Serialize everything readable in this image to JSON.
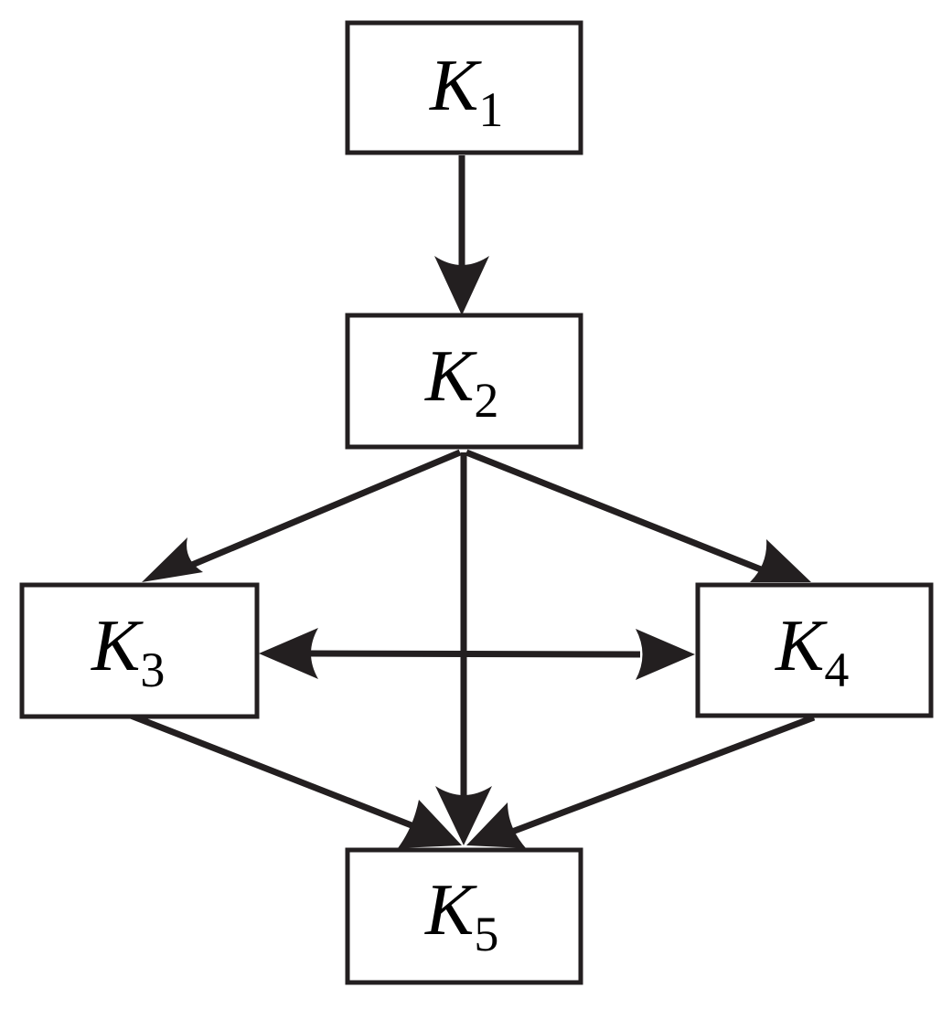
{
  "nodes": [
    {
      "id": "K1",
      "label": "K",
      "subscript": "1"
    },
    {
      "id": "K2",
      "label": "K",
      "subscript": "2"
    },
    {
      "id": "K3",
      "label": "K",
      "subscript": "3"
    },
    {
      "id": "K4",
      "label": "K",
      "subscript": "4"
    },
    {
      "id": "K5",
      "label": "K",
      "subscript": "5"
    }
  ],
  "edges": [
    {
      "from": "K1",
      "to": "K2",
      "direction": "forward"
    },
    {
      "from": "K2",
      "to": "K3",
      "direction": "forward"
    },
    {
      "from": "K2",
      "to": "K4",
      "direction": "forward"
    },
    {
      "from": "K2",
      "to": "K5",
      "direction": "forward"
    },
    {
      "from": "K3",
      "to": "K4",
      "direction": "both"
    },
    {
      "from": "K3",
      "to": "K5",
      "direction": "forward"
    },
    {
      "from": "K4",
      "to": "K5",
      "direction": "forward"
    }
  ],
  "colors": {
    "stroke": "#231f20",
    "background": "#ffffff"
  }
}
